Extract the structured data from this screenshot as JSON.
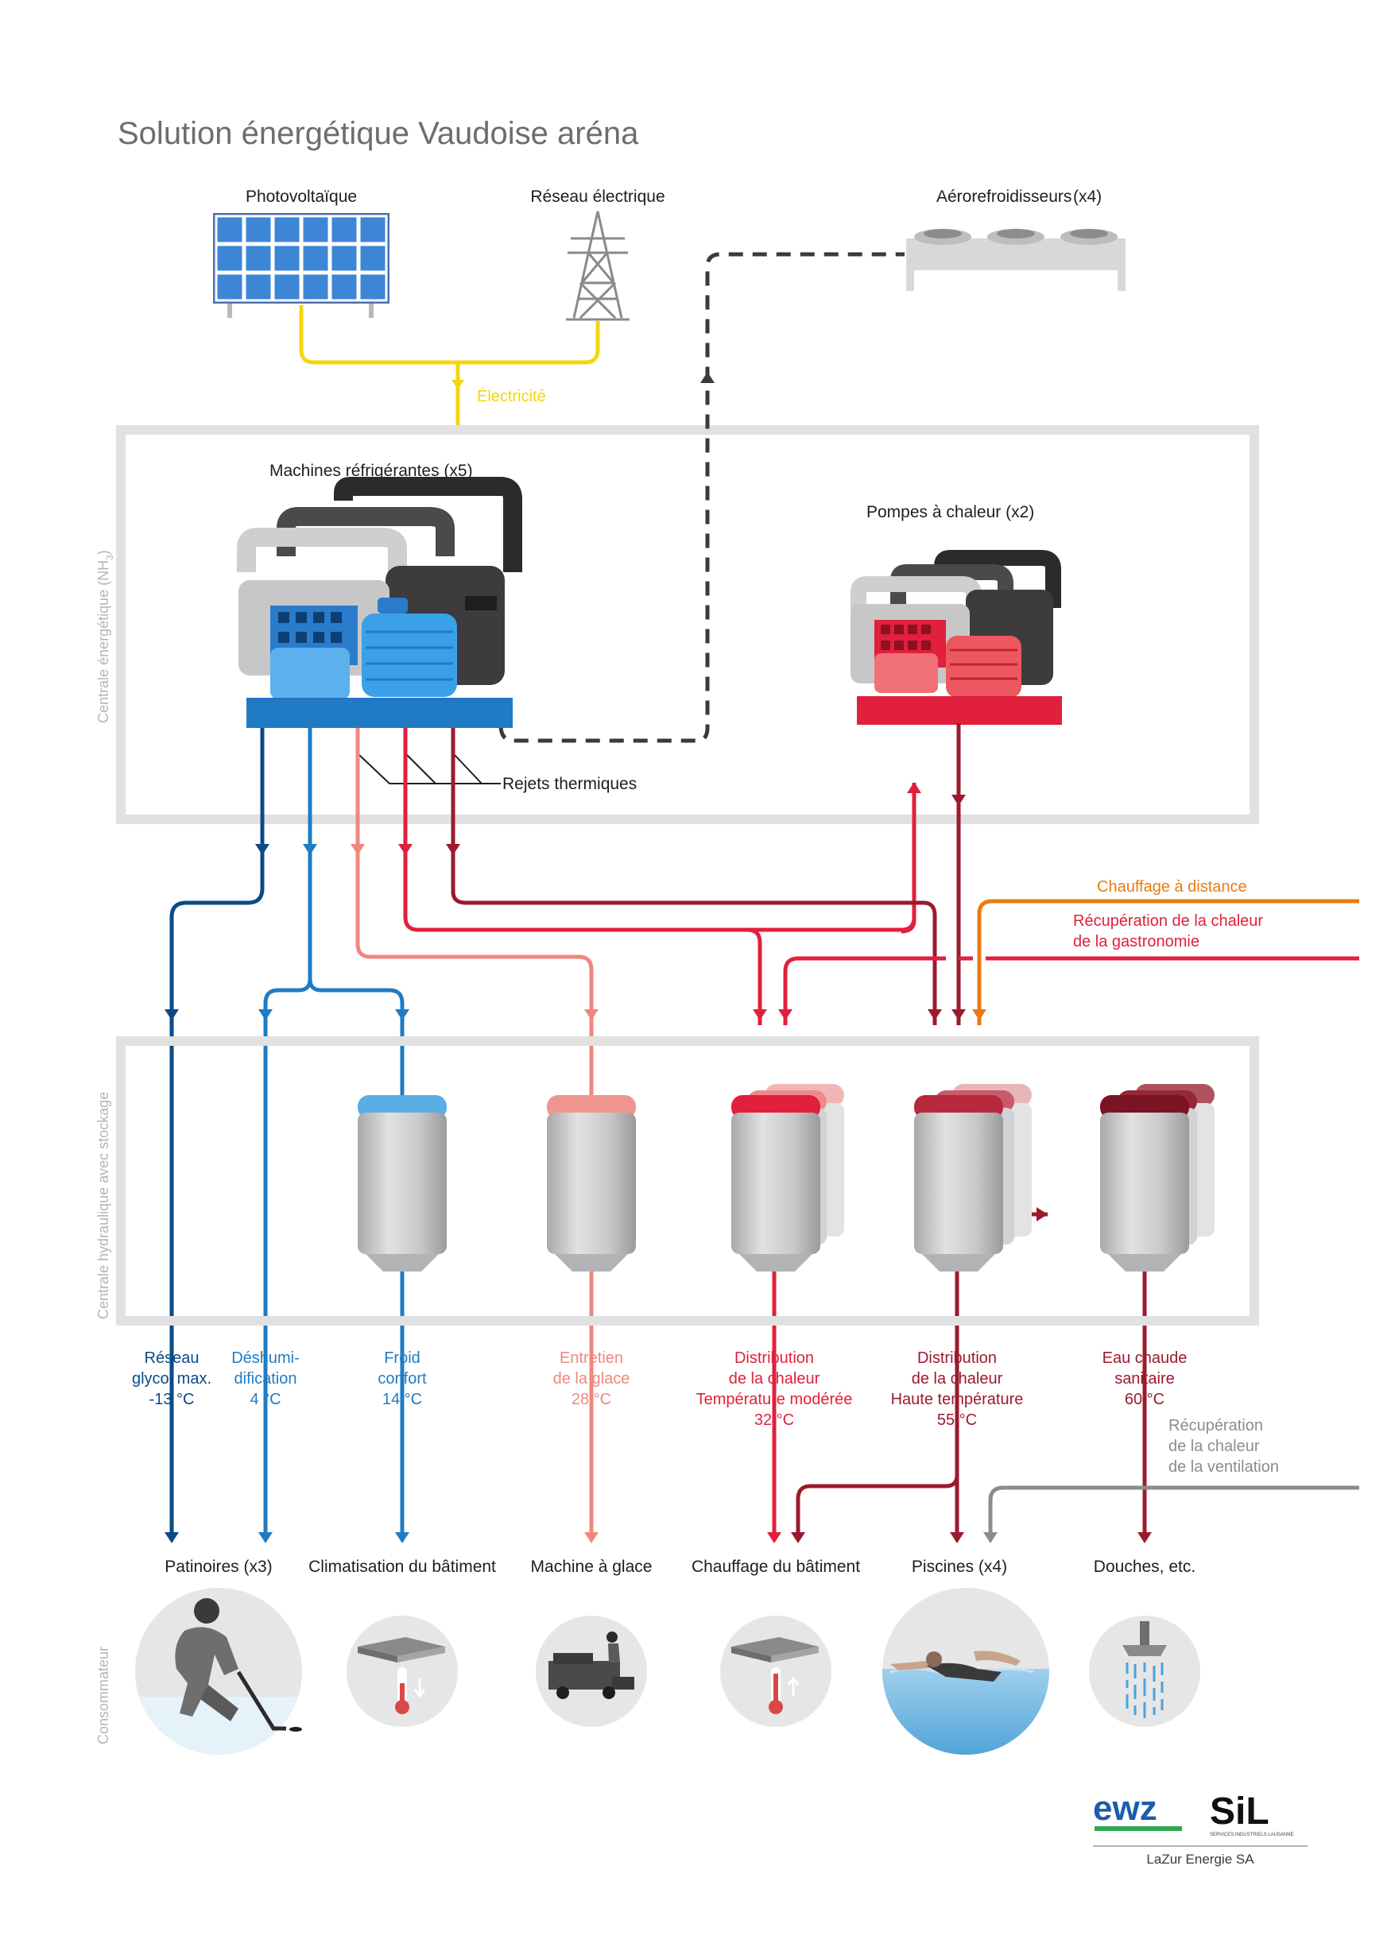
{
  "title": "Solution énergétique Vaudoise aréna",
  "sources": {
    "photovoltaic": "Photovoltaïque",
    "grid": "Réseau électrique",
    "drycoolers": "Aérorefroidisseurs",
    "drycoolers_count": "(x4)",
    "electricity": "Électricité"
  },
  "central": {
    "side_label": "Centrale énergétique (NH",
    "side_label_sub": "3",
    "side_label_end": ")",
    "refrigeration": "Machines réfrigérantes (x5)",
    "heatpumps": "Pompes à chaleur (x2)",
    "heat_rejects": "Rejets thermiques"
  },
  "external": {
    "district_heating": "Chauffage à distance",
    "gastro_line1": "Récupération de la chaleur",
    "gastro_line2": "de la gastronomie"
  },
  "hydraulic": {
    "side_label": "Centrale hydraulique avec stockage"
  },
  "circuits": [
    {
      "lines": [
        "Réseau",
        "glycol max.",
        "-13 °C"
      ],
      "color": "#0b4a87"
    },
    {
      "lines": [
        "Déshumi-",
        "dification",
        "4 °C"
      ],
      "color": "#1f7cc4"
    },
    {
      "lines": [
        "Froid",
        "confort",
        "14 °C"
      ],
      "color": "#1f7cc4"
    },
    {
      "lines": [
        "Entretien",
        "de la glace",
        "28 °C"
      ],
      "color": "#f0877f"
    },
    {
      "lines": [
        "Distribution",
        "de la chaleur",
        "Température modérée",
        "32 °C"
      ],
      "color": "#e0203c"
    },
    {
      "lines": [
        "Distribution",
        "de la chaleur",
        "Haute température",
        "55 °C"
      ],
      "color": "#9b1a2e"
    },
    {
      "lines": [
        "Eau chaude",
        "sanitaire",
        "60 °C"
      ],
      "color": "#9b1a2e"
    }
  ],
  "ventilation": [
    "Récupération",
    "de la chaleur",
    "de la ventilation"
  ],
  "consumers": {
    "side_label": "Consommateur",
    "items": [
      "Patinoires (x3)",
      "Climatisation du bâtiment",
      "Machine à glace",
      "Chauffage du bâtiment",
      "Piscines (x4)",
      "Douches, etc."
    ]
  },
  "logos": {
    "ewz": "ewz",
    "sil": "SiL",
    "sil_small": "SERVICES INDUSTRIELS LAUSANNE",
    "lazur": "LaZur Energie SA"
  },
  "colors": {
    "yellow": "#f3d60c",
    "navy": "#0b4a87",
    "blue": "#1f7cc4",
    "salmon": "#f0877f",
    "red": "#e0203c",
    "darkred": "#9b1a2e",
    "orange": "#ec7a12",
    "grey": "#8c8c8c"
  }
}
